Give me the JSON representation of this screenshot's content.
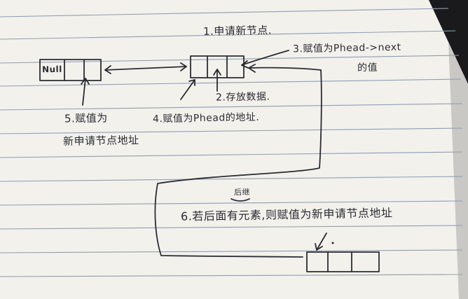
{
  "nodes": {
    "left_first_cell": "Null"
  },
  "notes": {
    "step1": "1.申请新节点.",
    "step2": "2.存放数据.",
    "step3_line1": "3.赋值为Phead->next",
    "step3_line2": "的值",
    "step4": "4.赋值为Phead的地址.",
    "step5_line1": "5.赋值为",
    "step5_line2": "新申请节点地址",
    "step6": "6.若后面有元素,则赋值为新申请节点地址",
    "step6_insert": "后继"
  },
  "colors": {
    "paper": "#f3f1ec",
    "rule_line": "#8d9fb3",
    "ink": "#2a2c33",
    "dark_corner": "#1a1a1d"
  }
}
